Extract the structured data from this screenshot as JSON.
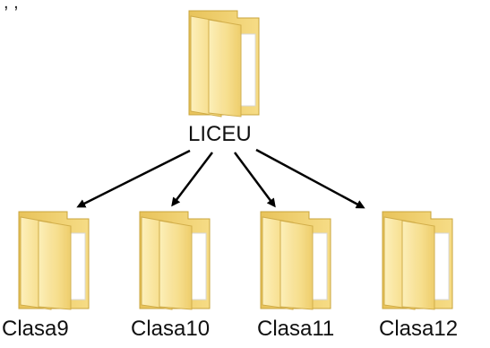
{
  "diagram": {
    "top_fragment": ", ,",
    "root": {
      "label": "LICEU",
      "icon": "folder-icon"
    },
    "children": [
      {
        "label": "Clasa9",
        "icon": "folder-icon"
      },
      {
        "label": "Clasa10",
        "icon": "folder-icon"
      },
      {
        "label": "Clasa11",
        "icon": "folder-icon"
      },
      {
        "label": "Clasa12",
        "icon": "folder-icon"
      }
    ],
    "colors": {
      "folder_light": "#fbe9a6",
      "folder_mid": "#f2d373",
      "folder_dark": "#d9b13e",
      "arrow": "#000000"
    }
  }
}
